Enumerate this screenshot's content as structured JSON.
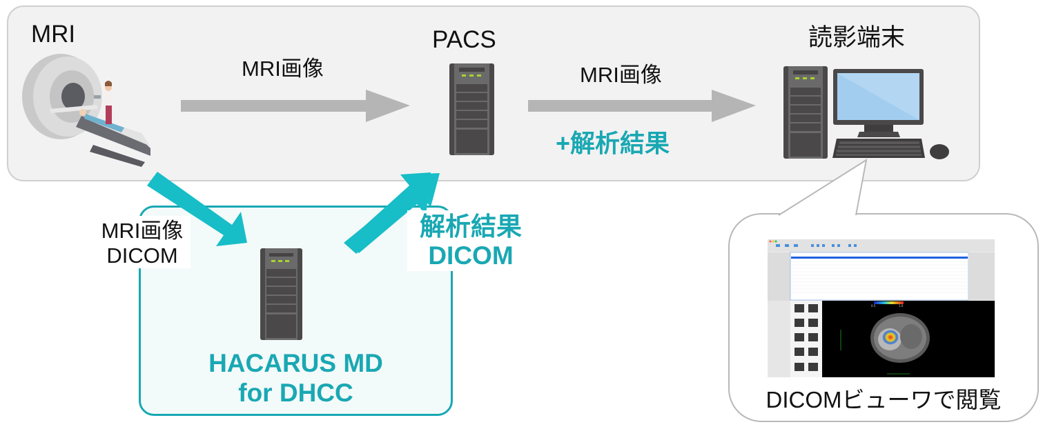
{
  "nodes": {
    "mri": {
      "title": "MRI"
    },
    "pacs": {
      "title": "PACS"
    },
    "viewer_terminal": {
      "title": "読影端末"
    },
    "hacarus": {
      "title_line1": "HACARUS MD",
      "title_line2": "for DHCC"
    }
  },
  "edges": {
    "mri_to_pacs": {
      "label": "MRI画像"
    },
    "pacs_to_terminal": {
      "label": "MRI画像",
      "extra_label": "+解析結果"
    },
    "mri_to_hacarus": {
      "label_line1": "MRI画像",
      "label_line2": "DICOM"
    },
    "hacarus_to_pacs": {
      "label_line1": "解析結果",
      "label_line2": "DICOM"
    }
  },
  "callout": {
    "caption": "DICOMビューワで閲覧",
    "viewer_screenshot": {
      "colorbar_min": "0.5",
      "colorbar_max": "1.0"
    }
  },
  "colors": {
    "accent_teal": "#19a8b3",
    "arrow_gray": "#b5b5b5",
    "panel_bg": "#f2f2f2",
    "server_dark": "#4a4848",
    "led_green": "#a8d42c",
    "monitor_blue": "#a3cdef"
  }
}
